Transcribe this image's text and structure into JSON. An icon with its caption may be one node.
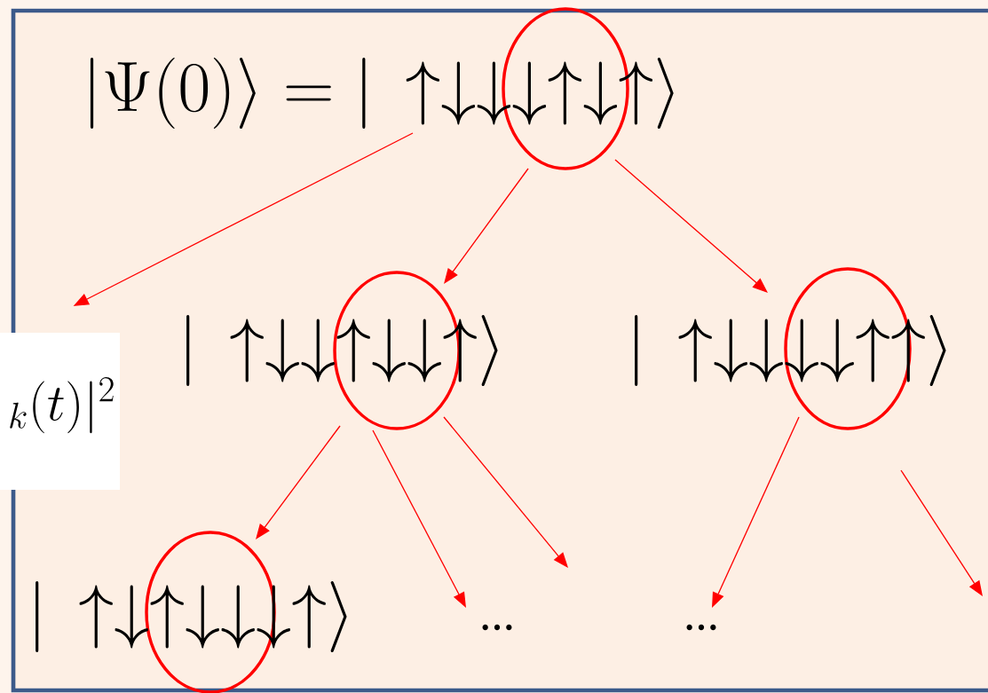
{
  "diagram": {
    "nodes": [
      {
        "text": [
          "|\\Psi(0)\\rangle = |\\,\\uparrow\\downarrow\\downarrow\\downarrow\\uparrow\\downarrow\\uparrow\\rangle"
        ]
      },
      {
        "text": [
          "|\\,\\uparrow\\downarrow\\downarrow\\uparrow\\downarrow\\downarrow\\uparrow\\rangle"
        ]
      },
      {
        "text": [
          "|\\,\\uparrow\\downarrow\\downarrow\\downarrow\\downarrow\\uparrow\\uparrow\\rangle"
        ]
      },
      {
        "text": [
          "|\\,\\uparrow\\downarrow\\uparrow\\downarrow\\downarrow\\downarrow\\uparrow\\rangle"
        ]
      },
      {
        "text": [
          "..."
        ]
      },
      {
        "text": [
          "..."
        ]
      },
      {
        "text": [
          "{}_{k}(t)|^{2}"
        ]
      }
    ],
    "edges": [
      {
        "from": 0,
        "to": 6,
        "arrow": "to"
      },
      {
        "from": 0,
        "to": 1,
        "arrow": "to"
      },
      {
        "from": 0,
        "to": 2,
        "arrow": "to"
      },
      {
        "from": 1,
        "to": 3,
        "arrow": "to"
      },
      {
        "from": 1,
        "to": 4,
        "arrow": "to"
      },
      {
        "from": 1,
        "to": null,
        "arrow": "to"
      },
      {
        "from": 2,
        "to": 5,
        "arrow": "to"
      },
      {
        "from": 2,
        "to": null,
        "arrow": "to"
      }
    ]
  }
}
